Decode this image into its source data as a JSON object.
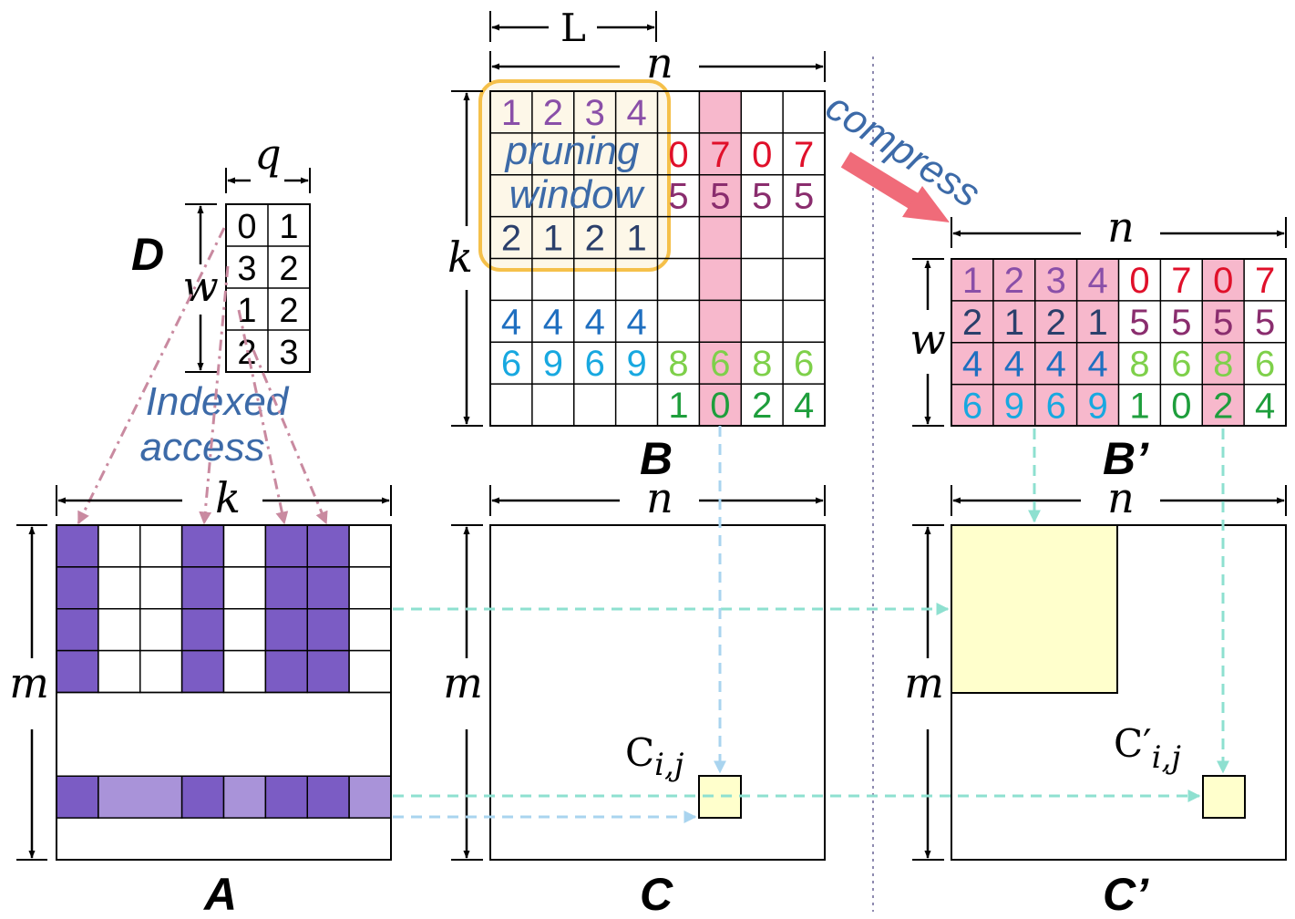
{
  "labels": {
    "D": "D",
    "B": "B",
    "B_prime": "B’",
    "A": "A",
    "C": "C",
    "C_prime": "C’",
    "L": "L",
    "n": "n",
    "k": "k",
    "q": "q",
    "w": "w",
    "m": "m",
    "C_ij": "C",
    "C_ij_sub": "i,j",
    "C_prime_ij": "C′",
    "C_prime_ij_sub": "i,j"
  },
  "annotations": {
    "compress": "compress",
    "pruning": "pruning",
    "window": "window",
    "indexed": "Indexed",
    "access": "access"
  },
  "D_matrix": [
    [
      "0",
      "1"
    ],
    [
      "3",
      "2"
    ],
    [
      "1",
      "2"
    ],
    [
      "2",
      "3"
    ]
  ],
  "B_cells": [
    {
      "row": 0,
      "col": 0,
      "text": "1",
      "color": "#8a4fa8"
    },
    {
      "row": 0,
      "col": 1,
      "text": "2",
      "color": "#8a4fa8"
    },
    {
      "row": 0,
      "col": 2,
      "text": "3",
      "color": "#8a4fa8"
    },
    {
      "row": 0,
      "col": 3,
      "text": "4",
      "color": "#8a4fa8"
    },
    {
      "row": 1,
      "col": 4,
      "text": "0",
      "color": "#e0102a"
    },
    {
      "row": 1,
      "col": 5,
      "text": "7",
      "color": "#e0102a"
    },
    {
      "row": 1,
      "col": 6,
      "text": "0",
      "color": "#e0102a"
    },
    {
      "row": 1,
      "col": 7,
      "text": "7",
      "color": "#e0102a"
    },
    {
      "row": 2,
      "col": 4,
      "text": "5",
      "color": "#8a2d6e"
    },
    {
      "row": 2,
      "col": 5,
      "text": "5",
      "color": "#8a2d6e"
    },
    {
      "row": 2,
      "col": 6,
      "text": "5",
      "color": "#8a2d6e"
    },
    {
      "row": 2,
      "col": 7,
      "text": "5",
      "color": "#8a2d6e"
    },
    {
      "row": 3,
      "col": 0,
      "text": "2",
      "color": "#2b3f6b"
    },
    {
      "row": 3,
      "col": 1,
      "text": "1",
      "color": "#2b3f6b"
    },
    {
      "row": 3,
      "col": 2,
      "text": "2",
      "color": "#2b3f6b"
    },
    {
      "row": 3,
      "col": 3,
      "text": "1",
      "color": "#2b3f6b"
    },
    {
      "row": 5,
      "col": 0,
      "text": "4",
      "color": "#1f6fc0"
    },
    {
      "row": 5,
      "col": 1,
      "text": "4",
      "color": "#1f6fc0"
    },
    {
      "row": 5,
      "col": 2,
      "text": "4",
      "color": "#1f6fc0"
    },
    {
      "row": 5,
      "col": 3,
      "text": "4",
      "color": "#1f6fc0"
    },
    {
      "row": 6,
      "col": 0,
      "text": "6",
      "color": "#18a8e0"
    },
    {
      "row": 6,
      "col": 1,
      "text": "9",
      "color": "#18a8e0"
    },
    {
      "row": 6,
      "col": 2,
      "text": "6",
      "color": "#18a8e0"
    },
    {
      "row": 6,
      "col": 3,
      "text": "9",
      "color": "#18a8e0"
    },
    {
      "row": 6,
      "col": 4,
      "text": "8",
      "color": "#7ed04a"
    },
    {
      "row": 6,
      "col": 5,
      "text": "6",
      "color": "#7ed04a"
    },
    {
      "row": 6,
      "col": 6,
      "text": "8",
      "color": "#7ed04a"
    },
    {
      "row": 6,
      "col": 7,
      "text": "6",
      "color": "#7ed04a"
    },
    {
      "row": 7,
      "col": 4,
      "text": "1",
      "color": "#1e9e3c"
    },
    {
      "row": 7,
      "col": 5,
      "text": "0",
      "color": "#1e9e3c"
    },
    {
      "row": 7,
      "col": 6,
      "text": "2",
      "color": "#1e9e3c"
    },
    {
      "row": 7,
      "col": 7,
      "text": "4",
      "color": "#1e9e3c"
    }
  ],
  "Bp_rows": [
    {
      "texts": [
        "1",
        "2",
        "3",
        "4",
        "0",
        "7",
        "0",
        "7"
      ],
      "colors": [
        "#8a4fa8",
        "#8a4fa8",
        "#8a4fa8",
        "#8a4fa8",
        "#e0102a",
        "#e0102a",
        "#e0102a",
        "#e0102a"
      ]
    },
    {
      "texts": [
        "2",
        "1",
        "2",
        "1",
        "5",
        "5",
        "5",
        "5"
      ],
      "colors": [
        "#2b3f6b",
        "#2b3f6b",
        "#2b3f6b",
        "#2b3f6b",
        "#8a2d6e",
        "#8a2d6e",
        "#8a2d6e",
        "#8a2d6e"
      ]
    },
    {
      "texts": [
        "4",
        "4",
        "4",
        "4",
        "8",
        "6",
        "8",
        "6"
      ],
      "colors": [
        "#1f6fc0",
        "#1f6fc0",
        "#1f6fc0",
        "#1f6fc0",
        "#7ed04a",
        "#7ed04a",
        "#7ed04a",
        "#7ed04a"
      ]
    },
    {
      "texts": [
        "6",
        "9",
        "6",
        "9",
        "1",
        "0",
        "2",
        "4"
      ],
      "colors": [
        "#18a8e0",
        "#18a8e0",
        "#18a8e0",
        "#18a8e0",
        "#1e9e3c",
        "#1e9e3c",
        "#1e9e3c",
        "#1e9e3c"
      ]
    }
  ],
  "colors": {
    "purple_dark": "#7b5cc4",
    "purple_light": "#a993d9",
    "pink_fill": "#f7b8cc",
    "yellow_fill": "#ffffcc",
    "window_fill": "#fdf6e4",
    "window_stroke": "#f5c04a",
    "compress_arrow": "#f06b79",
    "teal_dash": "#8ee0d0",
    "blue_dash": "#a9d4ef",
    "pink_dash": "#c98aa0"
  }
}
